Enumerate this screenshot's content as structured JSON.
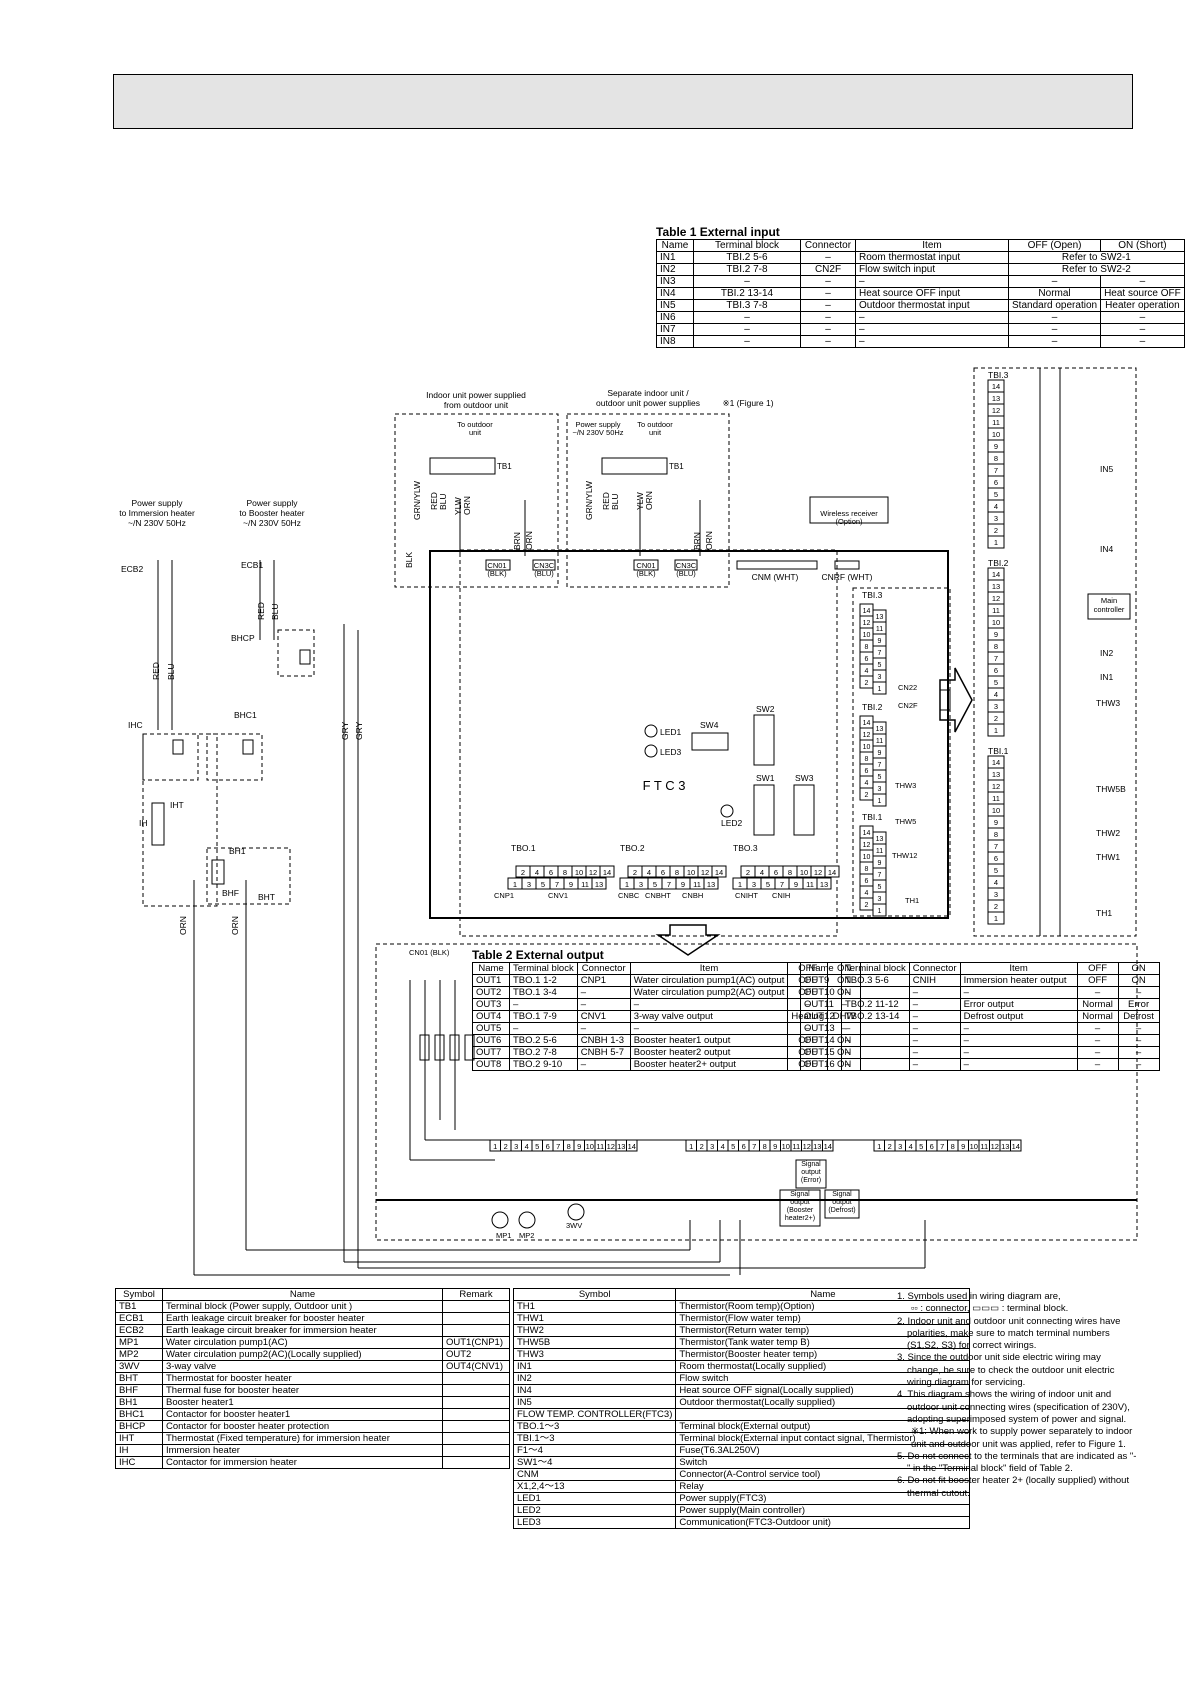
{
  "header": {
    "text": ""
  },
  "table1": {
    "title": "Table 1  External input",
    "headers": [
      "Name",
      "Terminal block",
      "Connector",
      "Item",
      "OFF (Open)",
      "ON (Short)"
    ],
    "rows": [
      [
        "IN1",
        "TBI.2 5-6",
        "–",
        "Room thermostat input",
        "Refer to SW2-1",
        ""
      ],
      [
        "IN2",
        "TBI.2 7-8",
        "CN2F",
        "Flow switch input",
        "Refer to SW2-2",
        ""
      ],
      [
        "IN3",
        "–",
        "–",
        "–",
        "–",
        "–"
      ],
      [
        "IN4",
        "TBI.2 13-14",
        "–",
        "Heat source OFF input",
        "Normal",
        "Heat source OFF"
      ],
      [
        "IN5",
        "TBI.3 7-8",
        "–",
        "Outdoor thermostat input",
        "Standard operation",
        "Heater operation"
      ],
      [
        "IN6",
        "–",
        "–",
        "–",
        "–",
        "–"
      ],
      [
        "IN7",
        "–",
        "–",
        "–",
        "–",
        "–"
      ],
      [
        "IN8",
        "–",
        "–",
        "–",
        "–",
        "–"
      ]
    ]
  },
  "table2": {
    "title": "Table 2  External output",
    "headers": [
      "Name",
      "Terminal block",
      "Connector",
      "Item",
      "OFF",
      "ON"
    ],
    "rows_left": [
      [
        "OUT1",
        "TBO.1 1-2",
        "CNP1",
        "Water circulation pump1(AC) output",
        "OFF",
        "ON"
      ],
      [
        "OUT2",
        "TBO.1 3-4",
        "–",
        "Water circulation pump2(AC) output",
        "OFF",
        "ON"
      ],
      [
        "OUT3",
        "–",
        "–",
        "–",
        "–",
        "–"
      ],
      [
        "OUT4",
        "TBO.1 7-9",
        "CNV1",
        "3-way valve output",
        "Heating",
        "DHW"
      ],
      [
        "OUT5",
        "–",
        "–",
        "–",
        "–",
        "–"
      ],
      [
        "OUT6",
        "TBO.2 5-6",
        "CNBH 1-3",
        "Booster heater1 output",
        "OFF",
        "ON"
      ],
      [
        "OUT7",
        "TBO.2 7-8",
        "CNBH 5-7",
        "Booster heater2 output",
        "OFF",
        "ON"
      ],
      [
        "OUT8",
        "TBO.2 9-10",
        "–",
        "Booster heater2+ output",
        "OFF",
        "ON"
      ]
    ],
    "rows_right": [
      [
        "OUT9",
        "TBO.3 5-6",
        "CNIH",
        "Immersion heater output",
        "OFF",
        "ON"
      ],
      [
        "OUT10",
        "–",
        "–",
        "–",
        "–",
        "–"
      ],
      [
        "OUT11",
        "TBO.2 11-12",
        "–",
        "Error output",
        "Normal",
        "Error"
      ],
      [
        "OUT12",
        "TBO.2 13-14",
        "–",
        "Defrost output",
        "Normal",
        "Defrost"
      ],
      [
        "OUT13",
        "–",
        "–",
        "–",
        "–",
        "–"
      ],
      [
        "OUT14",
        "–",
        "–",
        "–",
        "–",
        "–"
      ],
      [
        "OUT15",
        "–",
        "–",
        "–",
        "–",
        "–"
      ],
      [
        "OUT16",
        "–",
        "–",
        "–",
        "–",
        "–"
      ]
    ]
  },
  "symbols1": {
    "headers": [
      "Symbol",
      "Name",
      "Remark"
    ],
    "rows": [
      [
        "TB1",
        "Terminal block (Power supply, Outdoor unit )",
        ""
      ],
      [
        "ECB1",
        "Earth leakage circuit breaker for booster heater",
        ""
      ],
      [
        "ECB2",
        "Earth leakage circuit breaker for immersion heater",
        ""
      ],
      [
        "MP1",
        "Water circulation pump1(AC)",
        "OUT1(CNP1)"
      ],
      [
        "MP2",
        "Water circulation pump2(AC)(Locally supplied)",
        "OUT2"
      ],
      [
        "3WV",
        "3-way valve",
        "OUT4(CNV1)"
      ],
      [
        "BHT",
        "Thermostat for booster heater",
        ""
      ],
      [
        "BHF",
        "Thermal fuse for booster heater",
        ""
      ],
      [
        "BH1",
        "Booster heater1",
        ""
      ],
      [
        "BHC1",
        "Contactor for booster heater1",
        ""
      ],
      [
        "BHCP",
        "Contactor for booster heater protection",
        ""
      ],
      [
        "IHT",
        "Thermostat (Fixed temperature) for immersion heater",
        ""
      ],
      [
        "IH",
        "Immersion heater",
        ""
      ],
      [
        "IHC",
        "Contactor for immersion heater",
        ""
      ]
    ]
  },
  "symbols2": {
    "headers": [
      "Symbol",
      "Name"
    ],
    "rows": [
      [
        "TH1",
        "Thermistor(Room temp)(Option)"
      ],
      [
        "THW1",
        "Thermistor(Flow water temp)"
      ],
      [
        "THW2",
        "Thermistor(Return water temp)"
      ],
      [
        "THW5B",
        "Thermistor(Tank water temp B)"
      ],
      [
        "THW3",
        "Thermistor(Booster heater temp)"
      ],
      [
        "IN1",
        "Room thermostat(Locally supplied)"
      ],
      [
        "IN2",
        "Flow switch"
      ],
      [
        "IN4",
        "Heat source OFF signal(Locally supplied)"
      ],
      [
        "IN5",
        "Outdoor thermostat(Locally supplied)"
      ],
      [
        "FLOW TEMP. CONTROLLER(FTC3)",
        ""
      ],
      [
        "TBO.1～3",
        "Terminal block(External output)"
      ],
      [
        "TBI.1～3",
        "Terminal block(External input contact signal, Thermistor)"
      ],
      [
        "F1～4",
        "Fuse(T6.3AL250V)"
      ],
      [
        "SW1～4",
        "Switch"
      ],
      [
        "CNM",
        "Connector(A-Control service tool)"
      ],
      [
        "X1,2,4～13",
        "Relay"
      ],
      [
        "LED1",
        "Power supply(FTC3)"
      ],
      [
        "LED2",
        "Power supply(Main controller)"
      ],
      [
        "LED3",
        "Communication(FTC3-Outdoor unit)"
      ]
    ]
  },
  "notes": [
    "1. Symbols used in wiring diagram are,",
    "     ▫▫ : connector, ▭▭▭ : terminal block.",
    "2. Indoor unit and outdoor unit connecting wires have polarities, make sure to match terminal numbers (S1,S2, S3) for correct wirings.",
    "3. Since the outdoor unit side electric wiring may change, be sure to check the outdoor unit electric wiring diagram for servicing.",
    "4. This diagram shows the wiring of indoor unit and outdoor unit connecting wires (specification of 230V), adopting superimposed system of power and signal.",
    "   ※1: When work to supply power separately to indoor unit and outdoor unit was applied, refer to Figure 1.",
    "5. Do not connect to the terminals that are indicated as \"-\" in the \"Terminal block\" field of Table 2.",
    "6. Do not fit booster heater 2+ (locally supplied) without thermal cutout."
  ],
  "diagram": {
    "labels": {
      "indoor_supply": "Indoor unit power supplied",
      "indoor_supply2": "from outdoor unit",
      "separate": "Separate indoor unit /",
      "separate2": "outdoor unit power supplies",
      "fig1": "※1 (Figure 1)",
      "to_outdoor": "To outdoor",
      "unit": "unit",
      "power_supply": "Power supply",
      "n230": "~/N 230V 50Hz",
      "ps_immersion1": "Power supply",
      "ps_immersion2": "to Immersion heater",
      "ps_immersion3": "~/N 230V 50Hz",
      "ps_booster1": "Power supply",
      "ps_booster2": "to Booster heater",
      "ps_booster3": "~/N 230V 50Hz",
      "wireless": "Wireless receiver",
      "option": "(Option)",
      "ftc3": "F T C 3",
      "cnm": "CNM (WHT)",
      "cnrf": "CNRF (WHT)",
      "cn01": "CN01",
      "blk": "(BLK)",
      "cn3c": "CN3C",
      "blu": "(BLU)",
      "tb1": "TB1",
      "led1": "LED1",
      "led2": "LED2",
      "led3": "LED3",
      "sw1": "SW1",
      "sw2": "SW2",
      "sw3": "SW3",
      "sw4": "SW4",
      "tbo1": "TBO.1",
      "tbo2": "TBO.2",
      "tbo3": "TBO.3",
      "tbi1": "TBI.1",
      "tbi2": "TBI.2",
      "tbi3": "TBI.3",
      "cnp1": "CNP1",
      "cnv1": "CNV1",
      "cnbc": "CNBC",
      "cnbht": "CNBHT",
      "cnbh": "CNBH",
      "cniht": "CNIHT",
      "cnih": "CNIH",
      "cn22": "CN22",
      "cn2f": "CN2F",
      "thw3": "THW3",
      "thw5": "THW5",
      "thw12": "THW12",
      "th1": "TH1",
      "in1": "IN1",
      "in2": "IN2",
      "in4": "IN4",
      "in5": "IN5",
      "main_ctrl1": "Main",
      "main_ctrl2": "controller",
      "thw5b": "THW5B",
      "thw2": "THW2",
      "thw1": "THW1",
      "cn01_blk": "CN01 (BLK)",
      "ecb1": "ECB1",
      "ecb2": "ECB2",
      "bhcp": "BHCP",
      "bhc1": "BHC1",
      "ihc": "IHC",
      "ih": "IH",
      "iht": "IHT",
      "bh1": "BH1",
      "bhf": "BHF",
      "bht": "BHT",
      "mp1": "MP1",
      "mp2": "MP2",
      "wv3": "3WV",
      "sig_err1": "Signal",
      "sig_err2": "output",
      "sig_err3": "(Error)",
      "sig_def3": "(Defrost)",
      "sig_b3": "(Booster",
      "sig_b4": "heater2+)",
      "red": "RED",
      "blu_w": "BLU",
      "grn": "GRN/YLW",
      "ylw": "YLW",
      "orn": "ORN",
      "brn": "BRN",
      "gry": "GRY",
      "blk_w": "BLK"
    }
  }
}
